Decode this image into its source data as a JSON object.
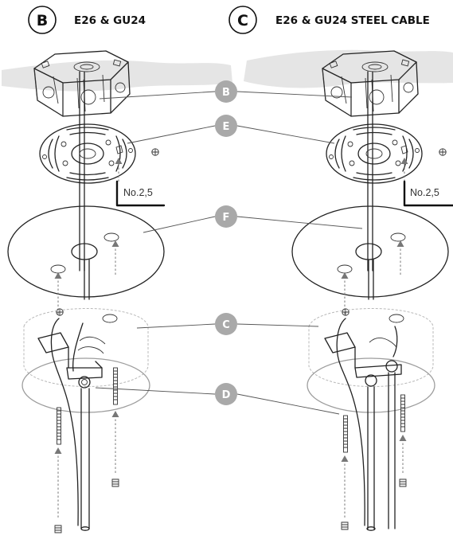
{
  "panels": [
    {
      "badge": "B",
      "title": "E26 & GU24"
    },
    {
      "badge": "C",
      "title": "E26 & GU24 STEEL CABLE"
    }
  ],
  "callouts": [
    "B",
    "E",
    "F",
    "C",
    "D"
  ],
  "wrench_label": "No.2,5",
  "colors": {
    "callout_fill": "#a9a9a9",
    "ink": "#222222",
    "smudge": "#d9d9d9"
  },
  "icons": [
    "junction-box-icon",
    "mounting-plate-icon",
    "canopy-icon",
    "hex-key-icon",
    "ground-screw-icon",
    "arrow-up-icon",
    "nut-icon",
    "threaded-rod-icon"
  ]
}
